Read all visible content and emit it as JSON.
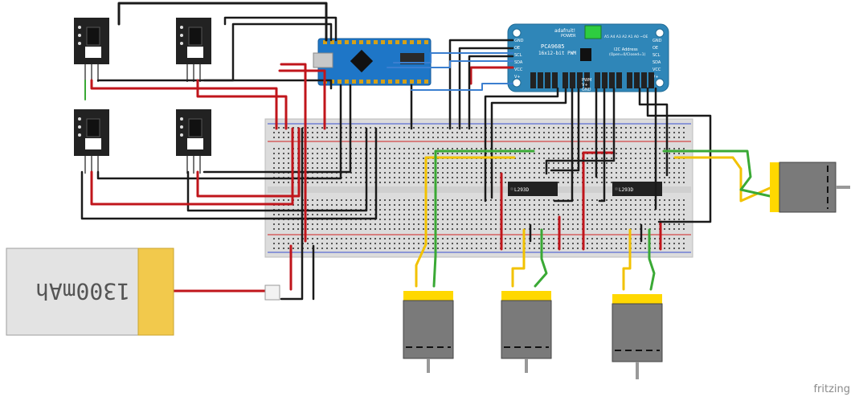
{
  "battery": {
    "capacity_label": "1300mAh"
  },
  "pwm_board": {
    "brand": "adafruit!",
    "power_label": "POWER",
    "model": "PCA9685",
    "subtitle": "16x12-bit PWM",
    "address_title": "I2C Address",
    "address_note": "(Open=0/Closed=1)",
    "address_bits": "A5 A4 A3 A2 A1 A0 ~OE",
    "left_pins": [
      "GND",
      "OE",
      "SCL",
      "SDA",
      "VCC",
      "V+"
    ],
    "right_pins": [
      "GND",
      "OE",
      "SCL",
      "SDA",
      "VCC",
      "V+"
    ],
    "pwm_label": "PWM",
    "vplus_label": "V+",
    "gnd_label": "GND"
  },
  "driver_chips": [
    "L293D",
    "L293D"
  ],
  "watermark": "fritzing",
  "colors": {
    "red_wire": "#c0151b",
    "black_wire": "#1a1a1a",
    "green_wire": "#3aa935",
    "yellow_wire": "#f2c200",
    "blue_wire": "#3b7fd0",
    "pwm_board": "#2f86b8",
    "arduino": "#1e76c7",
    "motor_cap": "#ffd800",
    "battery_tab": "#f2c94c"
  }
}
